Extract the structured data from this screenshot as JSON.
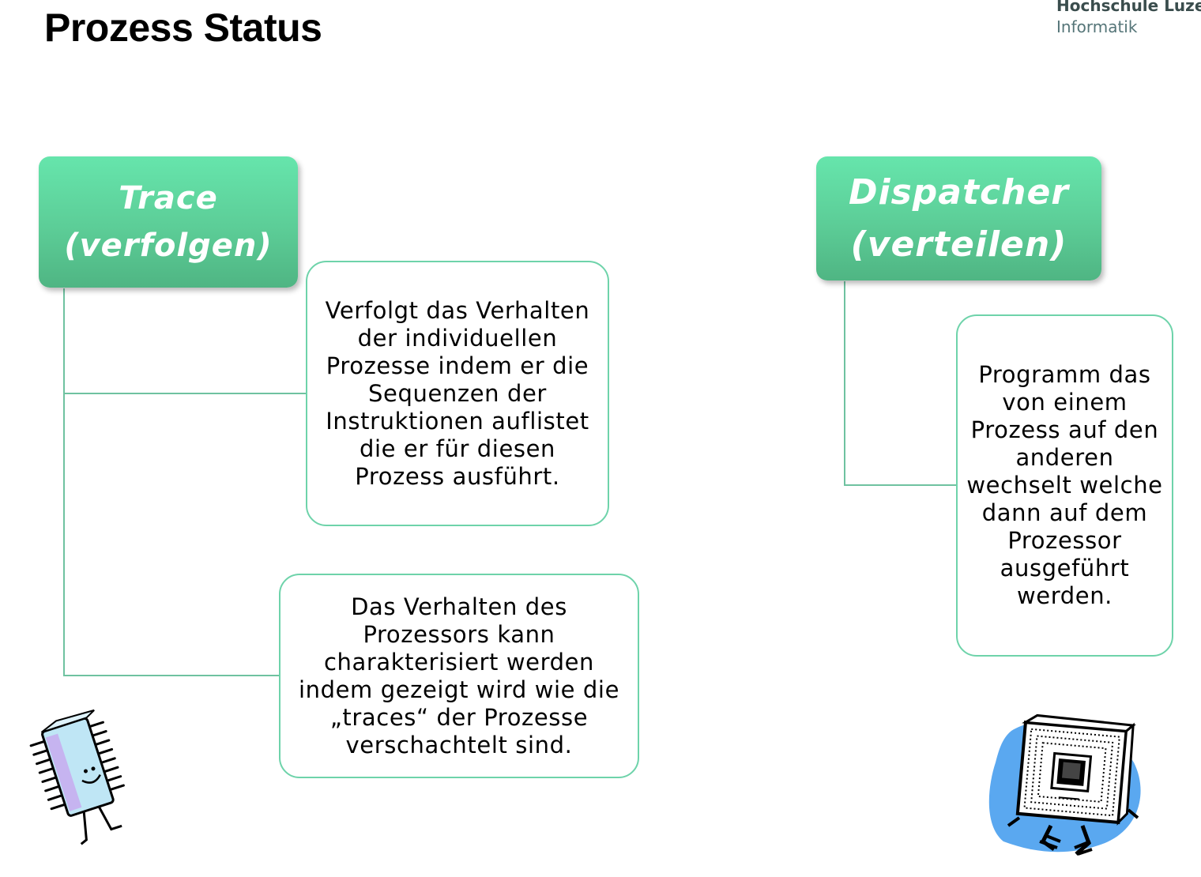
{
  "title": "Prozess Status",
  "brand": {
    "line1": "Hochschule Luze",
    "line2": "Informatik"
  },
  "left": {
    "header": {
      "line1": "Trace",
      "line2": "(verfolgen)"
    },
    "box1": "Verfolgt das Verhalten der individuellen Prozesse indem er die Sequenzen der Instruktionen auflistet die er für diesen Prozess ausführt.",
    "box2": "Das Verhalten des Prozessors kann charakterisiert werden indem gezeigt wird wie die „traces“ der Prozesse verschachtelt sind."
  },
  "right": {
    "header": {
      "line1": "Dispatcher",
      "line2": "(verteilen)"
    },
    "box1": "Programm das von einem Prozess auf den anderen wechselt welche dann auf dem Prozessor ausgeführt werden."
  },
  "colors": {
    "header_fill": "#5fd59e",
    "box_border": "#6ed3aa",
    "connector": "#6fc2a0",
    "chip_blob": "#5aa8f0"
  },
  "icons": {
    "left_clipart": "chip-character-icon",
    "right_clipart": "processor-character-icon"
  }
}
